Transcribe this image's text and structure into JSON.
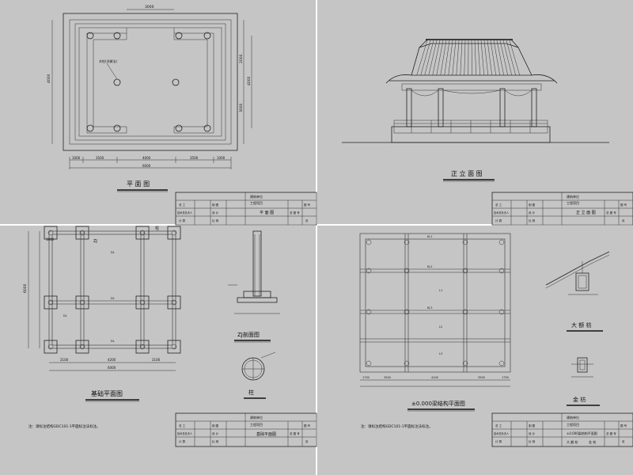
{
  "sheets": {
    "top_left": {
      "drawing_title": "平 面 图",
      "dims_top": [
        "3000"
      ],
      "dims_bottom": [
        "1000",
        "3500",
        "4000",
        "3500",
        "1000"
      ],
      "dims_bottom_total": "6000",
      "dims_left": [
        "4000"
      ],
      "dims_right": [
        "2000",
        "4000",
        "3000"
      ],
      "callout": "木柱(详做法)",
      "title_block": {
        "unit_label": "建筑单位",
        "project_label": "工程项目",
        "drawing_name": "平 面 图",
        "row_labels": [
          "总  工",
          "技术总负责人",
          "审  定",
          "计  算"
        ],
        "row_labels_2": [
          "校  核",
          "审  查",
          "日  期"
        ],
        "row_labels_3": [
          "制  图",
          "设  计",
          "比  例"
        ],
        "right_labels": [
          "图  号",
          "总 图 号",
          "页"
        ]
      }
    },
    "top_right": {
      "drawing_title": "正 立 面 图",
      "title_block": {
        "unit_label": "建筑单位",
        "project_label": "工程项目",
        "drawing_name": "正 立 面 图",
        "row_labels": [
          "总  工",
          "技术总负责人",
          "审  定",
          "计  算"
        ],
        "row_labels_2": [
          "校  核",
          "审  查",
          "日  期"
        ],
        "row_labels_3": [
          "制  图",
          "设  计",
          "比  例"
        ],
        "right_labels": [
          "图  号",
          "总 图 号",
          "页"
        ]
      }
    },
    "bottom_left": {
      "drawing_title": "基础平面图",
      "section_title": "ZJ剖面图",
      "column_title": "柱",
      "label_zj": "ZJ",
      "label_zhu": "柱",
      "dims_top": [
        "1000"
      ],
      "dims_bottom": [
        "2100",
        "4200",
        "2100"
      ],
      "dims_bottom_total": "6000",
      "dims_left": [
        "6000"
      ],
      "beam_labels": [
        "DL",
        "DL",
        "DL",
        "DL"
      ],
      "note": "注：请标注结构GDC101-1平面标注法标注。",
      "title_block": {
        "unit_label": "建筑单位",
        "project_label": "工程项目",
        "drawing_name": "基础平面图",
        "row_labels": [
          "总  工",
          "技术总负责人",
          "审  定",
          "计  算"
        ],
        "row_labels_2": [
          "校  核",
          "审  查",
          "日  期"
        ],
        "row_labels_3": [
          "制  图",
          "设  计",
          "比  例"
        ],
        "right_labels": [
          "图  号",
          "总 图 号",
          "页"
        ]
      }
    },
    "bottom_right": {
      "drawing_title": "±0.000梁结构平面图",
      "detail1_title": "大 额 枋",
      "detail2_title": "金 枋",
      "beam_text": [
        "KL1",
        "KL2",
        "KL3",
        "L1",
        "L2",
        "L3"
      ],
      "dims_bottom": [
        "1750",
        "3500",
        "4100",
        "3500",
        "1750"
      ],
      "note": "注：请标注结构GDC101-1平面标注法标注。",
      "title_block": {
        "unit_label": "建筑单位",
        "project_label": "工程项目",
        "drawing_name_1": "±0.000梁结构平面图",
        "drawing_name_2": "大 额 枋",
        "drawing_name_3": "金 枋",
        "row_labels": [
          "总  工",
          "技术总负责人",
          "审  定",
          "计  算"
        ],
        "row_labels_2": [
          "校  核",
          "审  查",
          "日  期"
        ],
        "row_labels_3": [
          "制  图",
          "设  计",
          "比  例"
        ],
        "right_labels": [
          "图  号",
          "总 图 号",
          "页"
        ]
      }
    }
  }
}
